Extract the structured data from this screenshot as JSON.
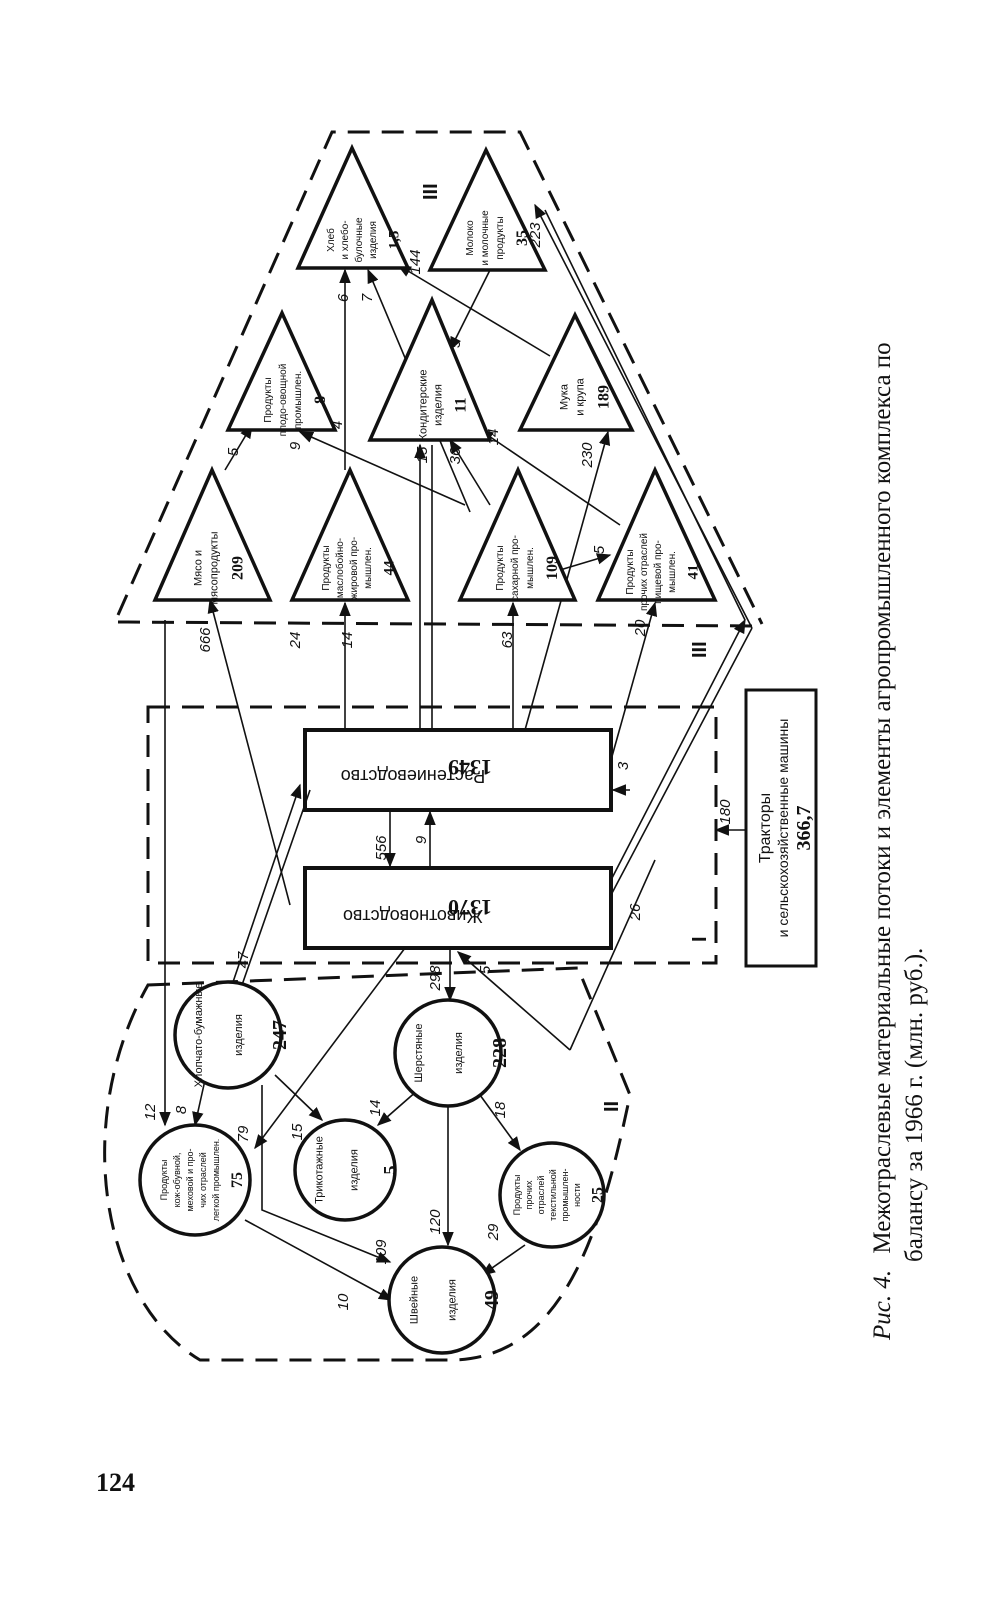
{
  "page_number": "124",
  "caption": {
    "label": "Рис. 4.",
    "line1": "Межотраслевые материальные потоки и элементы агропромышленного комплекса по",
    "line2": "балансу за 1966 г. (млн. руб.)."
  },
  "zones": {
    "I": "I",
    "II": "II",
    "III": "III",
    "III_label2": "III"
  },
  "sectors": {
    "animal": {
      "name": "Животноводство",
      "value": "1370"
    },
    "crop": {
      "name": "Растениеводство",
      "value": "1349"
    }
  },
  "tractors": {
    "line1": "Тракторы",
    "line2": "и сельскохозяйственные машины",
    "value": "366,7"
  },
  "food": {
    "meat": {
      "lines": [
        "Мясо и",
        "мясопродукты"
      ],
      "value": "209"
    },
    "fruitveg": {
      "lines": [
        "Продукты",
        "плодо-овощной",
        "промышлен."
      ],
      "value": "8"
    },
    "bread": {
      "lines": [
        "Хлеб",
        "и хлебо-",
        "булочные",
        "изделия"
      ],
      "value": "1,5"
    },
    "oil": {
      "lines": [
        "Продукты",
        "маслобойно-",
        "жировой про-",
        "мышлен."
      ],
      "value": "44"
    },
    "confect": {
      "lines": [
        "Кондитерские",
        "изделия"
      ],
      "value": "11"
    },
    "milk": {
      "lines": [
        "Молоко",
        "и молочные",
        "продукты"
      ],
      "value": "35"
    },
    "sugar": {
      "lines": [
        "Продукты",
        "сахарной про-",
        "мышлен."
      ],
      "value": "109"
    },
    "flour": {
      "lines": [
        "Мука",
        "и крупа"
      ],
      "value": "189"
    },
    "otherfood": {
      "lines": [
        "Продукты",
        "прочих отраслей",
        "пищевой про-",
        "мышлен."
      ],
      "value": "41"
    }
  },
  "light": {
    "cotton": {
      "lines": [
        "Хлопчато-бумажные",
        "изделия"
      ],
      "value": "247"
    },
    "wool": {
      "lines": [
        "Шерстяные",
        "изделия"
      ],
      "value": "228"
    },
    "leather": {
      "lines": [
        "Продукты",
        "кож-обувной,",
        "меховой и про-",
        "чих отраслей",
        "легкой промышлен."
      ],
      "value": "75"
    },
    "knit": {
      "lines": [
        "Трикотажные",
        "изделия"
      ],
      "value": "5"
    },
    "sewing": {
      "lines": [
        "Швейные",
        "изделия"
      ],
      "value": "49"
    },
    "othertext": {
      "lines": [
        "Продукты",
        "прочих",
        "отраслей",
        "текстильной",
        "промышлен-",
        "ности"
      ],
      "value": "25"
    }
  },
  "flows": {
    "f666": "666",
    "f24": "24",
    "f14a": "14",
    "f63": "63",
    "f20": "20",
    "f5a": "5",
    "f9": "9",
    "f4": "4",
    "f6": "6",
    "f7": "7",
    "f144": "144",
    "f223": "223",
    "f5b": "5",
    "f15a": "15",
    "f36": "36",
    "f14b": "14",
    "f230": "230",
    "f5c": "5",
    "f556": "556",
    "f9b": "9",
    "f3": "3",
    "f180": "180",
    "f26": "26",
    "f47": "47",
    "f298": "298",
    "f5d": "5",
    "f12": "12",
    "f8": "8",
    "f79": "79",
    "f15b": "15",
    "f14c": "14",
    "f18": "18",
    "f120": "120",
    "f29": "29",
    "f109": "109",
    "f10": "10"
  }
}
